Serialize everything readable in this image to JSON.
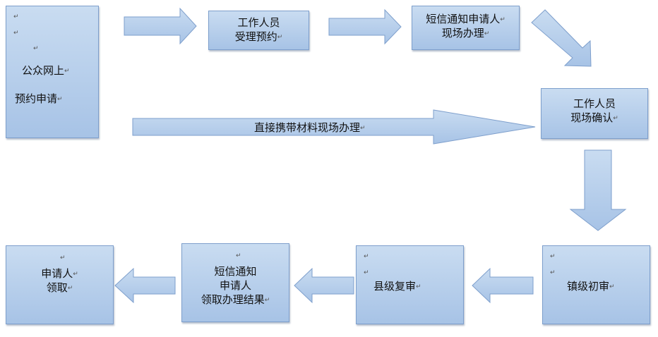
{
  "nodes": {
    "online_apply": {
      "line1": "公众网上",
      "line2": "预约申请"
    },
    "staff_accept": {
      "line1": "工作人员",
      "line2": "受理预约"
    },
    "sms_notify_onsite": {
      "line1": "短信通知申请人",
      "line2": "现场办理"
    },
    "staff_confirm": {
      "line1": "工作人员",
      "line2": "现场确认"
    },
    "town_review": {
      "line1": "镇级初审"
    },
    "county_review": {
      "line1": "县级复审"
    },
    "sms_notify_result": {
      "line1": "短信通知",
      "line2": "申请人",
      "line3": "领取办理结果"
    },
    "applicant_collect": {
      "line1": "申请人",
      "line2": "领取"
    }
  },
  "arrows": {
    "direct_onsite": {
      "label": "直接携带材料现场办理"
    }
  },
  "paragraph_mark": "↵",
  "colors": {
    "box_fill": "#b5cdea",
    "box_border": "#7e9fcc",
    "arrow_fill": "#b5cdea"
  }
}
